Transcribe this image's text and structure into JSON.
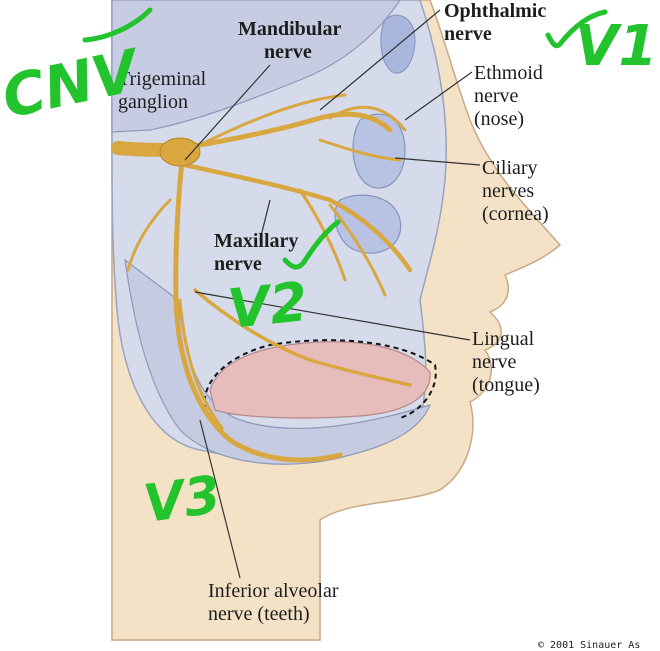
{
  "labels": {
    "mandibular": [
      "Mandibular",
      "nerve"
    ],
    "ophthalmic": [
      "Ophthalmic",
      "nerve"
    ],
    "trigeminal": [
      "Trigeminal",
      "ganglion"
    ],
    "ethmoid": [
      "Ethmoid",
      "nerve",
      "(nose)"
    ],
    "ciliary": [
      "Ciliary",
      "nerves",
      "(cornea)"
    ],
    "maxillary": [
      "Maxillary",
      "nerve"
    ],
    "lingual": [
      "Lingual",
      "nerve",
      "(tongue)"
    ],
    "inferior_alveolar": [
      "Inferior alveolar",
      "nerve (teeth)"
    ]
  },
  "annotations": {
    "cn": "CNV",
    "v1": "V1",
    "v2": "V2",
    "v3": "V3"
  },
  "copyright": "© 2001 Sinauer As",
  "colors": {
    "nerve": "#d9a73f",
    "bone": "#c5cbe0",
    "skin": "#f4e2c7",
    "tongue": "#e7bcbc",
    "ink": "#22c32c"
  }
}
